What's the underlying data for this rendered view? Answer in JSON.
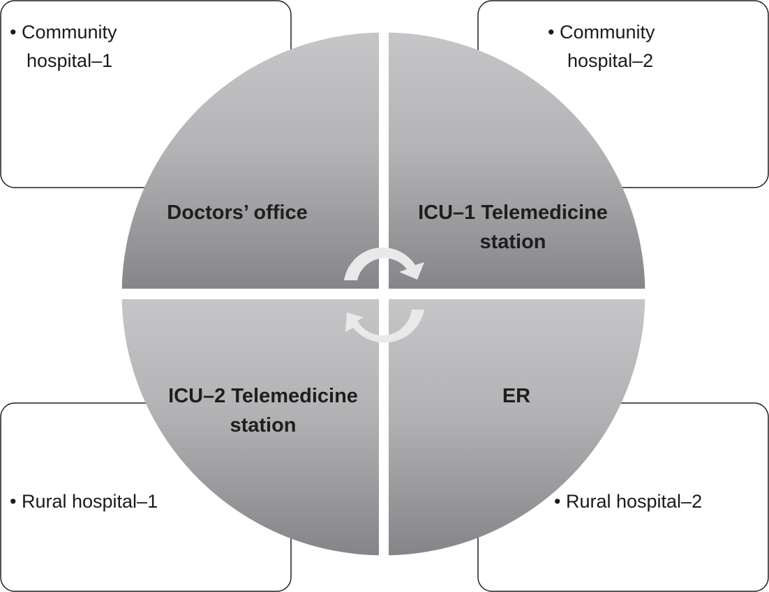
{
  "boxes": {
    "top_left": {
      "bullet": "•",
      "line1": "Community",
      "line2": "hospital–1"
    },
    "top_right": {
      "bullet": "•",
      "line1": "Community",
      "line2": "hospital–2"
    },
    "bottom_left": {
      "bullet": "•",
      "line1": "Rural hospital–1"
    },
    "bottom_right": {
      "bullet": "•",
      "line1": "Rural hospital–2"
    }
  },
  "quadrants": {
    "top_left": {
      "line1": "Doctors’ office"
    },
    "top_right": {
      "line1": "ICU–1 Telemedicine",
      "line2": "station"
    },
    "bottom_left": {
      "line1": "ICU–2 Telemedicine",
      "line2": "station"
    },
    "bottom_right": {
      "line1": "ER"
    }
  },
  "colors": {
    "quadrant_light": "#c3c3c5",
    "quadrant_dark": "#87878a",
    "arrow": "#e9e9ea",
    "border": "#1e1e1e"
  }
}
